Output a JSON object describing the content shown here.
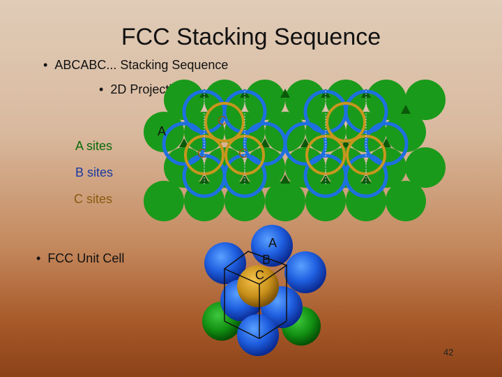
{
  "slide": {
    "title": "FCC Stacking Sequence",
    "bullet_1": "ABCABC... Stacking Sequence",
    "bullet_2": "2D Projection",
    "bullet_3": "FCC Unit Cell",
    "bullet_symbol": "•",
    "page_number": "42"
  },
  "legend": {
    "a_sites": "A sites",
    "b_sites": "B  sites",
    "c_sites": "C  sites"
  },
  "projection_labels": {
    "a": "A",
    "b": "B",
    "c": "C"
  },
  "unit_cell_labels": {
    "a": "A",
    "b": "B",
    "c": "C"
  },
  "colors": {
    "green_atom": "#1a9a1a",
    "blue_ring": "#1e6fe0",
    "gold_ring": "#c8961e",
    "a_site_text": "#0a6a0a",
    "b_site_text": "#1a3aa0",
    "c_site_text": "#8a5a10"
  }
}
